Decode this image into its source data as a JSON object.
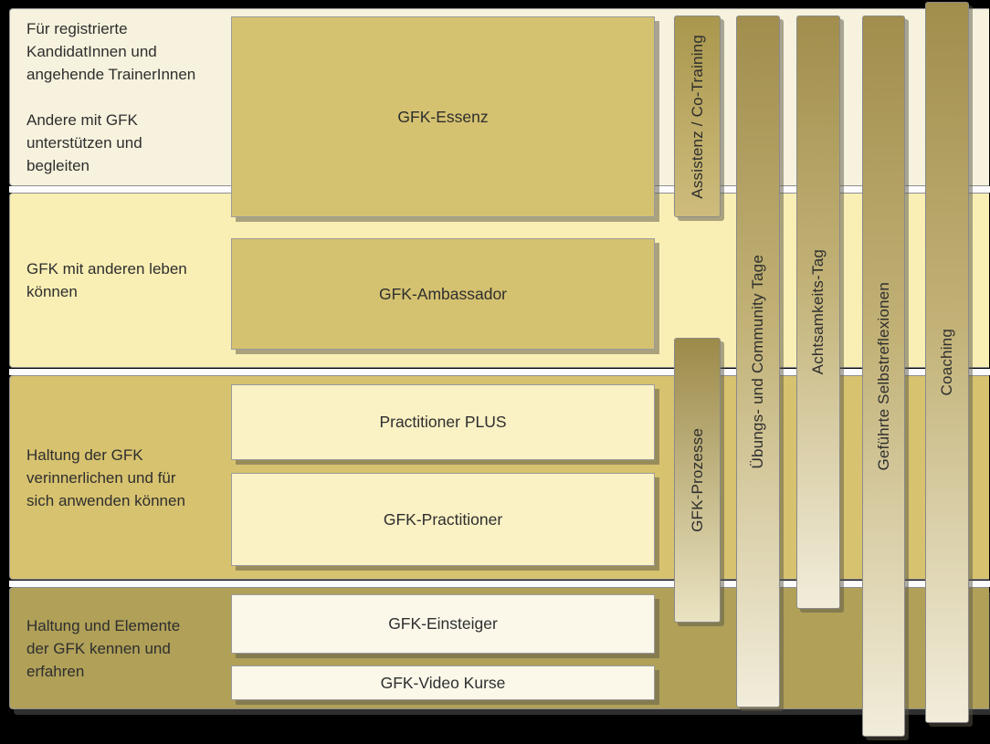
{
  "diagram": {
    "rows": [
      {
        "id": "registrierte-kandidaten",
        "label": "Für registrierte\nKandidatInnen und\nangehende TrainerInnen\n\nAndere mit GFK\nunterstützen und\nbegleiten",
        "boxes": [
          {
            "label": "GFK-Essenz"
          }
        ]
      },
      {
        "id": "mit-anderen-leben",
        "label": "GFK mit anderen leben\nkönnen",
        "boxes": [
          {
            "label": "GFK-Ambassador"
          }
        ]
      },
      {
        "id": "verinnerlichen-anwenden",
        "label": "Haltung der GFK\nverinnerlichen und für\nsich anwenden können",
        "boxes": [
          {
            "label": "Practitioner PLUS"
          },
          {
            "label": "GFK-Practitioner"
          }
        ]
      },
      {
        "id": "kennen-erfahren",
        "label": "Haltung und Elemente\nder GFK kennen und\nerfahren",
        "boxes": [
          {
            "label": "GFK-Einsteiger"
          },
          {
            "label": "GFK-Video Kurse"
          }
        ]
      }
    ],
    "bars": [
      {
        "id": "assistenz-co-training",
        "label": "Assistenz / Co-Training"
      },
      {
        "id": "gfk-prozesse",
        "label": "GFK-Prozesse"
      },
      {
        "id": "uebungs-community-tage",
        "label": "Übungs- und Community Tage"
      },
      {
        "id": "achtsamkeits-tag",
        "label": "Achtsamkeits-Tag"
      },
      {
        "id": "gefuehrte-selbstreflexionen",
        "label": "Geführte Selbstreflexionen"
      },
      {
        "id": "coaching",
        "label": "Coaching"
      }
    ],
    "colors": {
      "background": "#000000",
      "row1_bg": "#f6f2dd",
      "row2_bg": "#f9efb4",
      "row3_bg": "#d7c26f",
      "row4_bg": "#b0a058",
      "gold_box": "#d5c271",
      "cream_box": "#faf1c4",
      "white_box": "#fbf8ea",
      "bar_gradient_top": "#a18e4d",
      "bar_gradient_bottom": "#f2eddb",
      "separator": "#fcfcff",
      "text": "#2e2e2e"
    }
  }
}
